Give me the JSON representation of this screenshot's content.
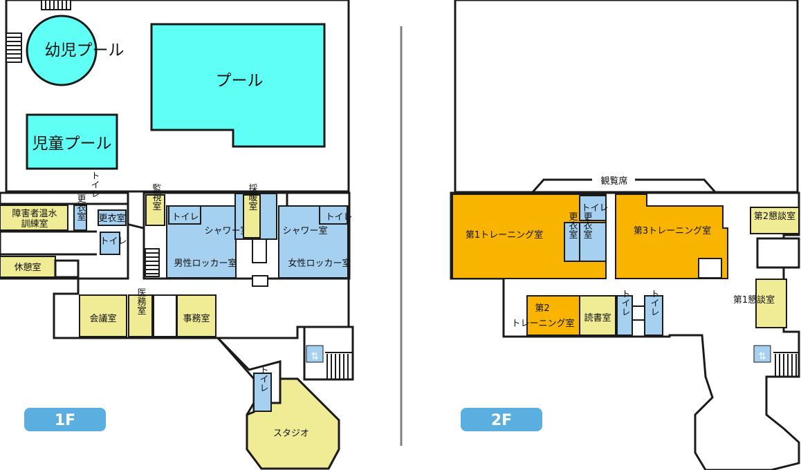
{
  "colors": {
    "pool": "#5ffff5",
    "room_yellow": "#f0ec96",
    "room_orange": "#f9b400",
    "room_blue": "#a6d0ef",
    "wall": "#1a1a1a",
    "badge": "#5aaee0",
    "divider": "#808080"
  },
  "floor1": {
    "badge": "1F",
    "pool_infant": "幼児プール",
    "pool_main": "プール",
    "pool_child": "児童プール",
    "toilet_top": "トイレ",
    "changing_small": "更衣室",
    "changing_room": "更衣室",
    "toilet_small": "トイレ",
    "disability_bath": [
      "障害者温水",
      "訓練室"
    ],
    "rest_room": "休憩室",
    "monitor_room": "監視室",
    "heating_room": "採暖室",
    "toilet_men": "トイレ",
    "shower_men": "シャワー室",
    "shower_women": "シャワー室",
    "toilet_women": "トイレ",
    "locker_men": "男性ロッカー室",
    "locker_women": "女性ロッカー室",
    "meeting_room": "会議室",
    "medical_room": "医務室",
    "office": "事務室",
    "toilet_studio": "トイレ",
    "studio": "スタジオ"
  },
  "floor2": {
    "badge": "2F",
    "spectator": "観覧席",
    "training1": "第1トレーニング室",
    "toilet_a": "トイレ",
    "changing_a": "更衣室",
    "changing_b": "更衣室",
    "training3": "第3トレーニング室",
    "lounge2": "第2懇談室",
    "lounge1": "第1懇談室",
    "training2": [
      "第2",
      "トレーニング室"
    ],
    "reading_room": "読書室",
    "toilet_b": "トイレ",
    "toilet_c": "トイレ"
  },
  "icons": [
    "elevator-icon"
  ]
}
